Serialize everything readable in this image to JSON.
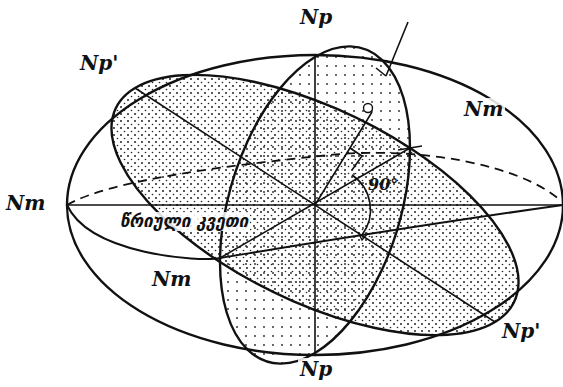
{
  "diagram": {
    "labels": [
      "Np",
      "Np'",
      "Nm",
      "Nm",
      "90°",
      "წრიული კვეთი",
      "Nm",
      "Np'",
      "Np"
    ]
  }
}
